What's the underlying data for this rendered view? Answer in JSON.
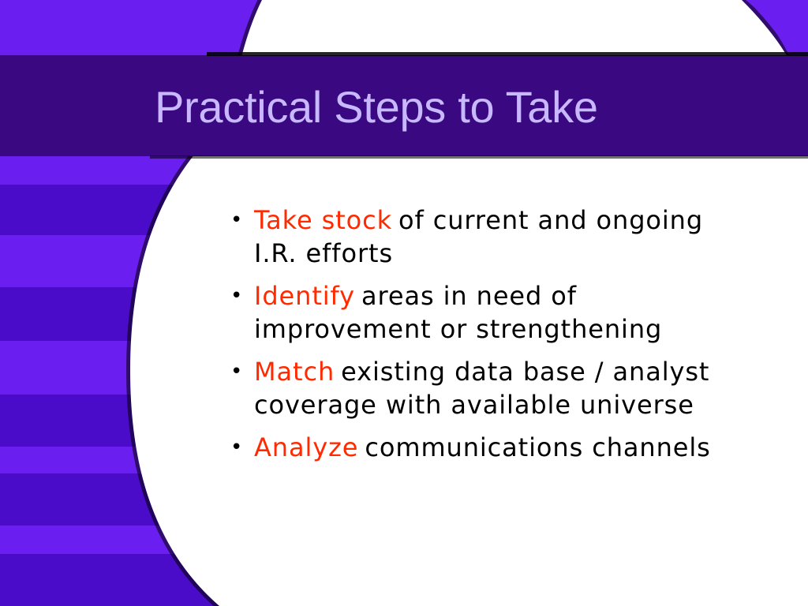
{
  "slide": {
    "title": "Practical Steps to Take",
    "bullet_glyph": "•",
    "bullets": [
      {
        "keyword": "Take stock",
        "text": "of current and ongoing I.R. efforts"
      },
      {
        "keyword": "Identify",
        "text": "areas in need of improvement or strengthening"
      },
      {
        "keyword": "Match",
        "text": "existing data base / analyst coverage with available universe"
      },
      {
        "keyword": "Analyze",
        "text": "communications channels"
      }
    ]
  },
  "colors": {
    "band_dark": "#3A0880",
    "stripe_light": "#6A1EF0",
    "stripe_dark": "#4A0CC8",
    "panel": "#FFFFFF",
    "title_text": "#C8B8FF",
    "keyword_text": "#FF2A00",
    "body_text": "#000000",
    "edge_shadow": "#000000"
  }
}
